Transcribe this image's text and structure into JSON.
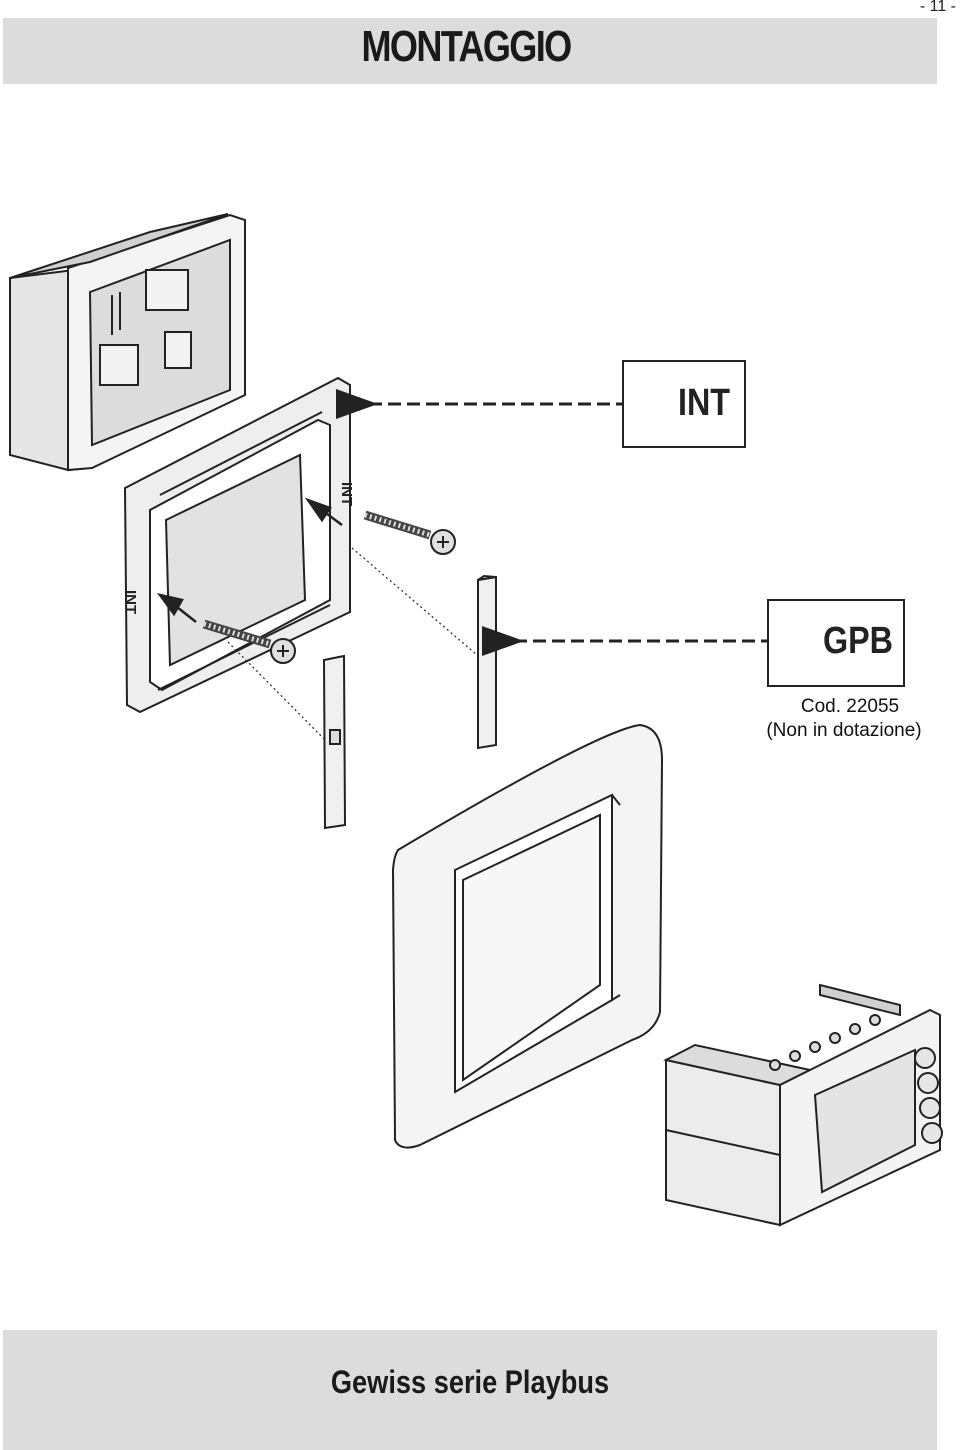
{
  "header": {
    "title": "MONTAGGIO",
    "page_number": "- 11 -"
  },
  "callouts": {
    "int": {
      "label": "INT"
    },
    "gpb": {
      "label": "GPB",
      "code": "Cod. 22055",
      "note": "(Non in dotazione)"
    }
  },
  "frame_labels": {
    "int_right": "INT",
    "int_left": "INT"
  },
  "footer": {
    "text": "Gewiss serie Playbus"
  }
}
